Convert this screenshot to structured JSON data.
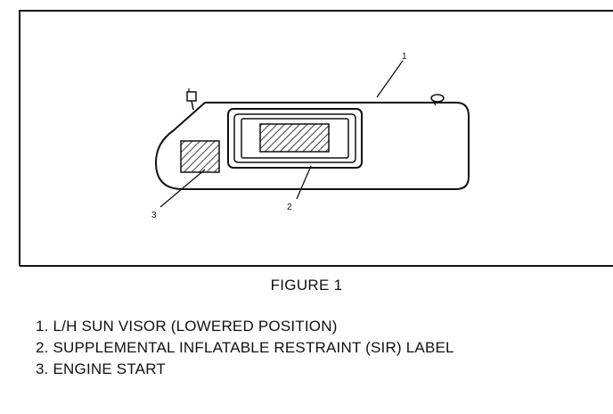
{
  "diagram": {
    "callouts": {
      "c1": "1",
      "c2": "2",
      "c3": "3"
    }
  },
  "figure": {
    "caption": "FIGURE 1"
  },
  "legend": {
    "items": [
      "1. L/H SUN VISOR (LOWERED POSITION)",
      "2. SUPPLEMENTAL INFLATABLE RESTRAINT (SIR) LABEL",
      "3. ENGINE START"
    ]
  },
  "colors": {
    "ink": "#111111",
    "paper": "#ffffff"
  }
}
